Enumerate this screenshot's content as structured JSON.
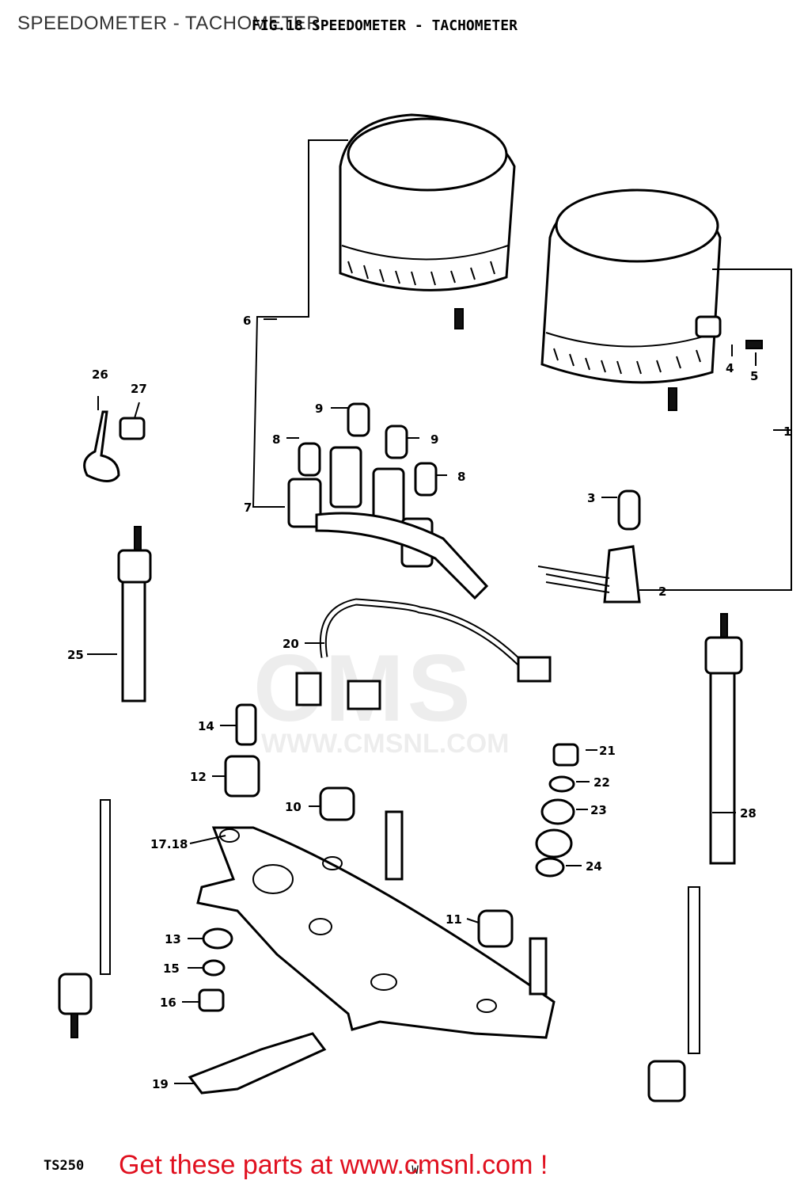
{
  "header": {
    "title": "SPEEDOMETER - TACHOMETER",
    "figure_title": "FIG.18 SPEEDOMETER - TACHOMETER"
  },
  "watermark": {
    "logo": "CMS",
    "url": "WWW.CMSNL.COM"
  },
  "labels": {
    "p1": "1",
    "p2": "2",
    "p3": "3",
    "p4": "4",
    "p5": "5",
    "p6": "6",
    "p7": "7",
    "p8a": "8",
    "p8b": "8",
    "p9a": "9",
    "p9b": "9",
    "p10": "10",
    "p11": "11",
    "p12": "12",
    "p13": "13",
    "p14": "14",
    "p15": "15",
    "p16": "16",
    "p1718": "17.18",
    "p19": "19",
    "p20": "20",
    "p21": "21",
    "p22": "22",
    "p23": "23",
    "p24": "24",
    "p25": "25",
    "p26": "26",
    "p27": "27",
    "p28": "28"
  },
  "footer": {
    "model_code": "TS250",
    "page_number": "-W-",
    "promo": "Get these parts at www.cmsnl.com !"
  },
  "colors": {
    "promo": "#e0101f",
    "line": "#000000"
  }
}
